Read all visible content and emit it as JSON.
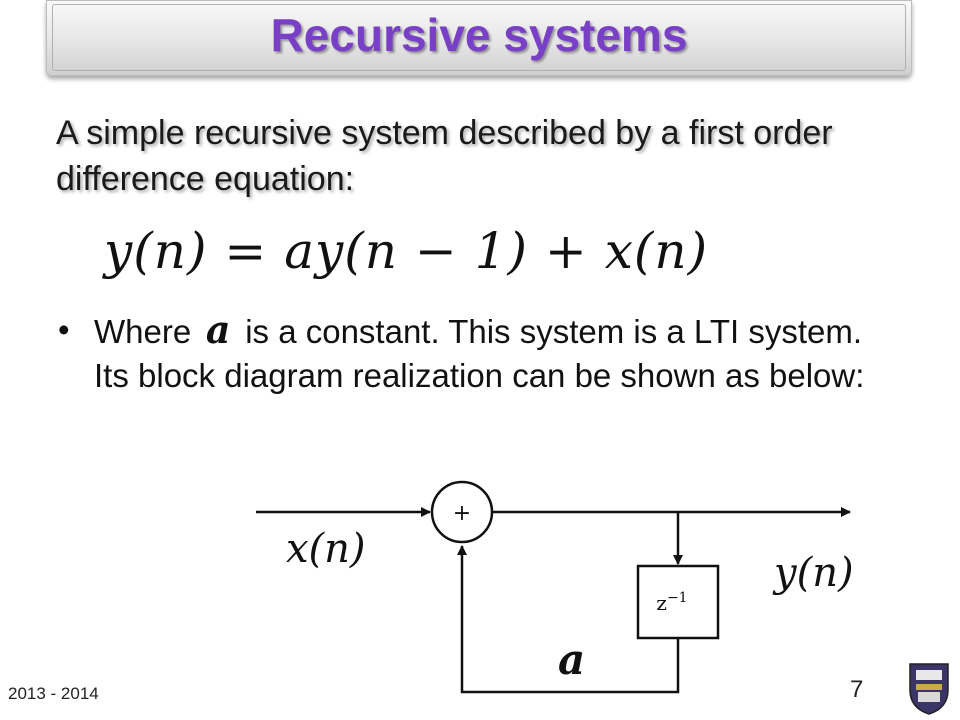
{
  "slide": {
    "title": "Recursive systems",
    "intro": "A simple recursive system described by a first order difference equation:",
    "equation": {
      "lhs": "y(n)",
      "equals": "=",
      "rhs_a": "a",
      "rhs_y": "y(n − 1)",
      "plus": "+",
      "rhs_x": "x(n)"
    },
    "bullet": {
      "marker": "•",
      "before": "Where",
      "symbol": "a",
      "after": "is a constant.  This system is  a LTI system. Its block diagram realization can be shown as below:"
    },
    "diagram": {
      "input_label": "x(n)",
      "output_label": "y(n)",
      "adder_symbol": "+",
      "delay_label": "z",
      "delay_exponent": "−1",
      "gain_label": "a"
    },
    "footer": {
      "year": "2013 - 2014",
      "page": "7"
    }
  }
}
